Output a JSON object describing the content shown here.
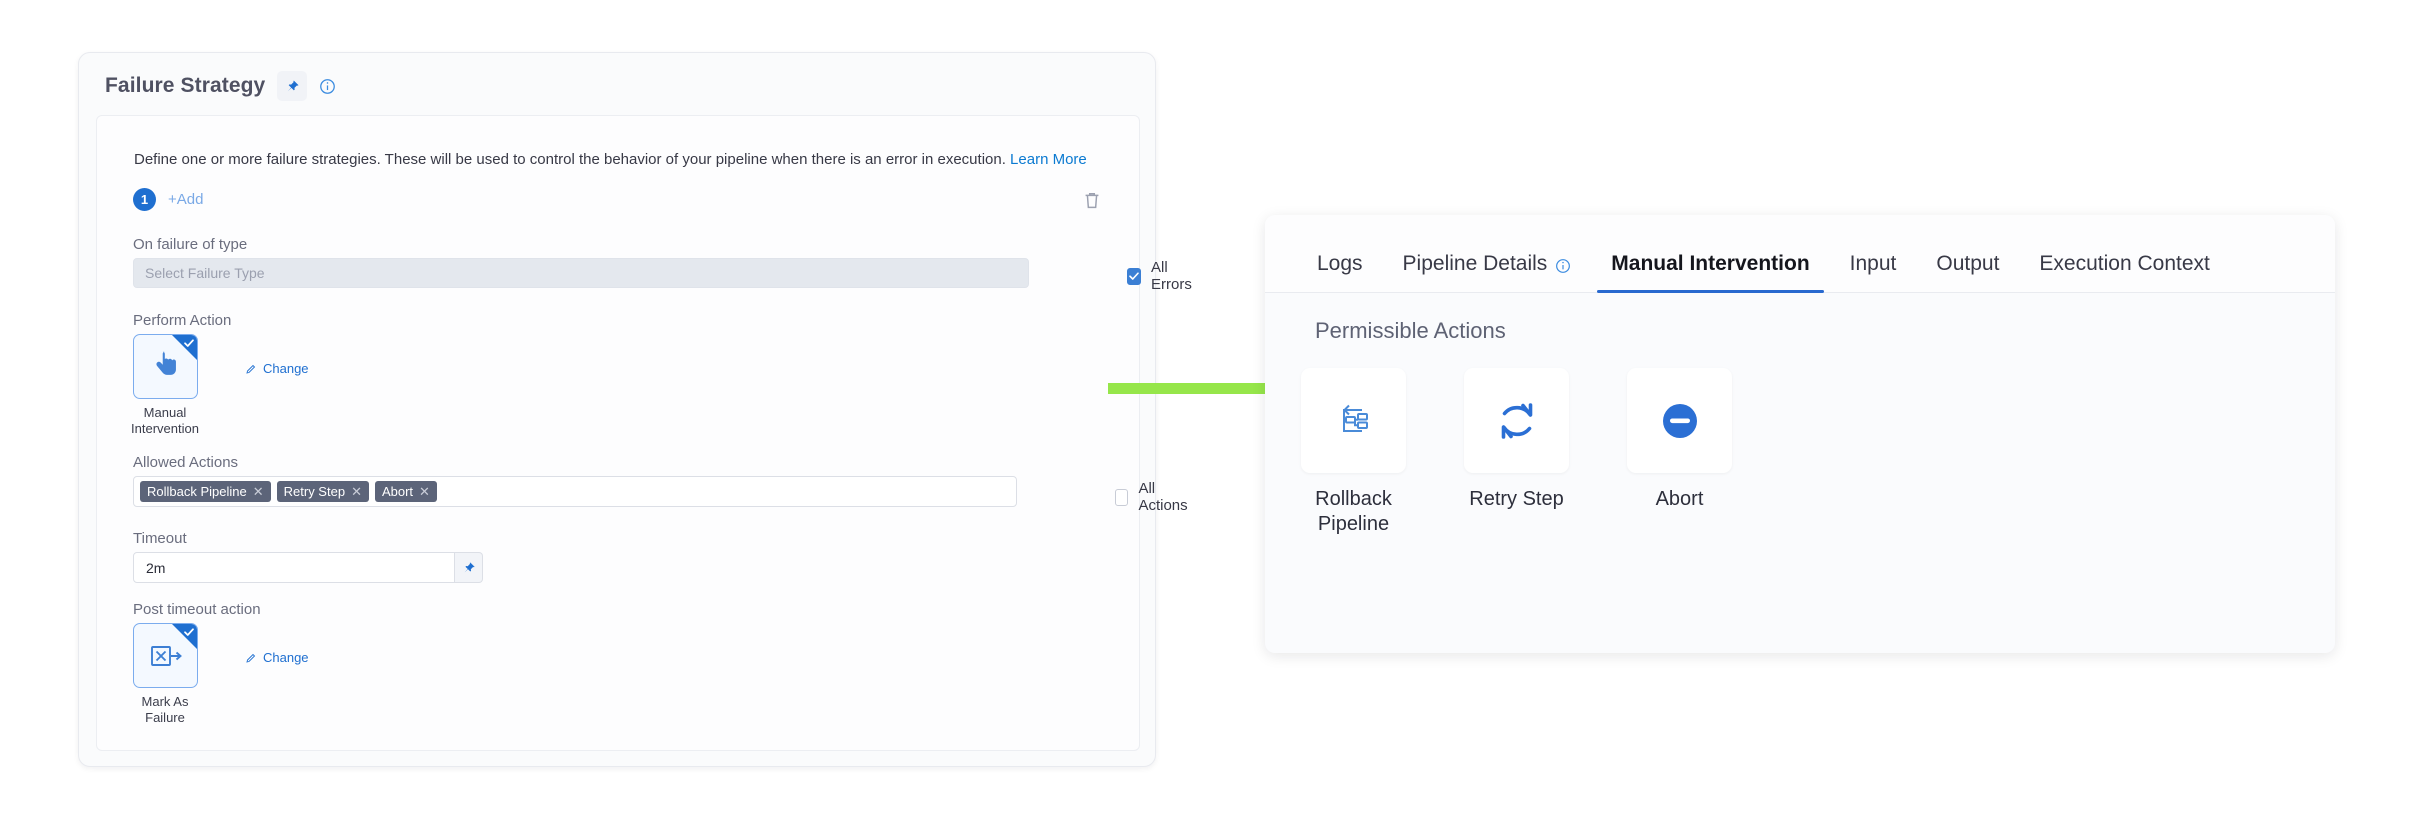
{
  "left_panel": {
    "title": "Failure Strategy",
    "pin_icon": "pin-icon",
    "info_icon": "info-icon",
    "description": "Define one or more failure strategies. These will be used to control the behavior of your pipeline when there is an error in execution.",
    "learn_more": "Learn More",
    "strategy_index": "1",
    "add_label": "+Add",
    "delete_icon": "trash-icon",
    "fields": {
      "on_failure_label": "On failure of type",
      "failure_type_placeholder": "Select Failure Type",
      "all_errors_label": "All Errors",
      "all_errors_checked": true,
      "perform_action_label": "Perform Action",
      "perform_action_tile": "Manual Intervention",
      "perform_action_icon": "hand-pointer-icon",
      "change_label": "Change",
      "allowed_actions_label": "Allowed Actions",
      "allowed_actions_chips": [
        "Rollback Pipeline",
        "Retry Step",
        "Abort"
      ],
      "all_actions_label": "All Actions",
      "all_actions_checked": false,
      "timeout_label": "Timeout",
      "timeout_value": "2m",
      "timeout_pin_icon": "pin-icon",
      "post_timeout_label": "Post timeout action",
      "post_timeout_tile": "Mark As Failure",
      "post_timeout_icon": "mark-as-failure-icon"
    }
  },
  "arrow": {
    "name": "green-arrow-connector",
    "color": "#96e64a"
  },
  "right_panel": {
    "tabs": [
      {
        "label": "Logs",
        "active": false,
        "has_info": false
      },
      {
        "label": "Pipeline Details",
        "active": false,
        "has_info": true
      },
      {
        "label": "Manual Intervention",
        "active": true,
        "has_info": false
      },
      {
        "label": "Input",
        "active": false,
        "has_info": false
      },
      {
        "label": "Output",
        "active": false,
        "has_info": false
      },
      {
        "label": "Execution Context",
        "active": false,
        "has_info": false
      }
    ],
    "section_title": "Permissible Actions",
    "actions": [
      {
        "label": "Rollback Pipeline",
        "icon": "rollback-pipeline-icon"
      },
      {
        "label": "Retry Step",
        "icon": "retry-refresh-icon"
      },
      {
        "label": "Abort",
        "icon": "abort-minus-circle-icon"
      }
    ]
  },
  "colors": {
    "accent_blue": "#2869cf",
    "chip_gray": "#5c6479",
    "arrow_green": "#96e64a"
  }
}
